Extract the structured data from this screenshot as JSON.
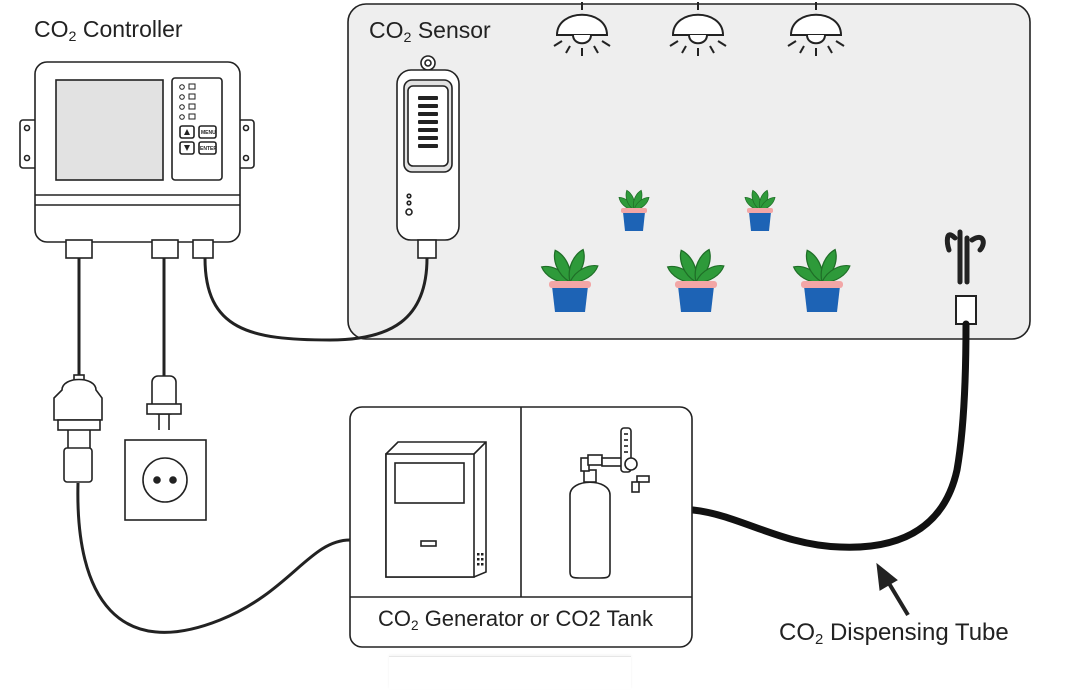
{
  "labels": {
    "controller": {
      "prefix": "CO",
      "sub": "2",
      "suffix": " Controller"
    },
    "sensor": {
      "prefix": "CO",
      "sub": "2",
      "suffix": " Sensor"
    },
    "generator": {
      "prefix": "CO",
      "sub": "2",
      "suffix": " Generator or CO2 Tank"
    },
    "tube": {
      "prefix": "CO",
      "sub": "2",
      "suffix": " Dispensing Tube"
    }
  },
  "controller_buttons": {
    "menu": "MENU",
    "enter": "ENTER"
  },
  "colors": {
    "grow_box": "#eeeeee",
    "outline": "#222222",
    "screen": "#e2e2e2",
    "leaf": "#2e9a3a",
    "leaf_dark": "#1f6e27",
    "pot": "#1d63b5",
    "pot_rim": "#f2a6a6"
  },
  "icons": [
    "lamp-icon",
    "plant-icon",
    "co2-sensor-icon",
    "power-plug-icon",
    "wall-socket-icon",
    "co2-generator-icon",
    "co2-tank-icon",
    "dispensing-nozzle-icon",
    "arrow-icon"
  ]
}
